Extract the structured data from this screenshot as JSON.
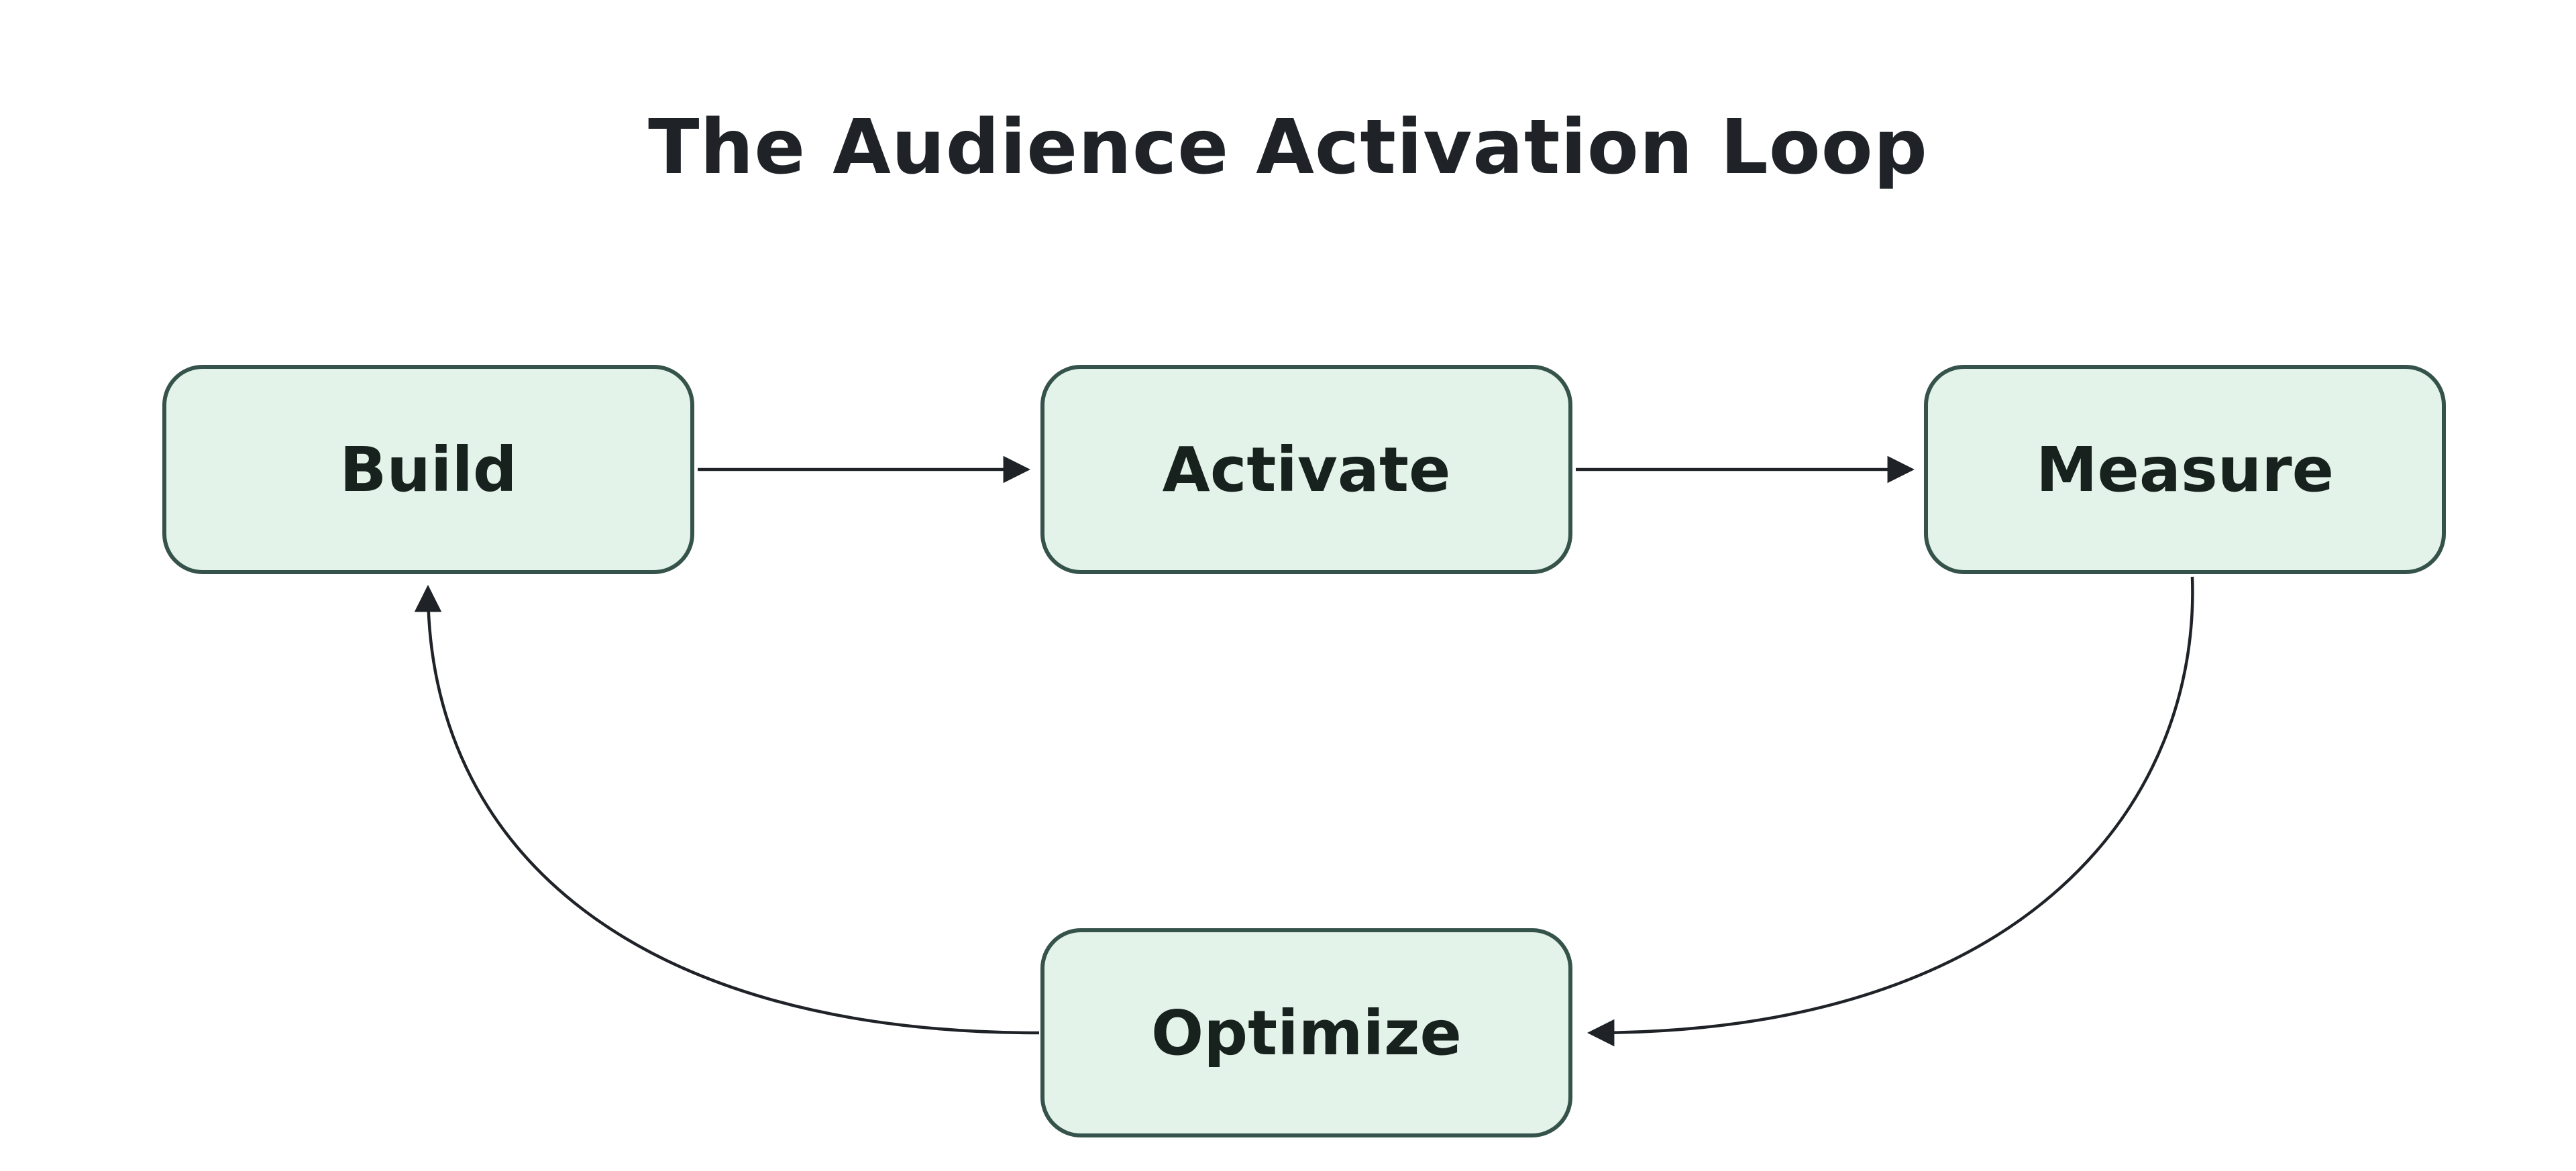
{
  "title": "The Audience Activation Loop",
  "nodes": [
    {
      "id": "build",
      "label": "Build"
    },
    {
      "id": "activate",
      "label": "Activate"
    },
    {
      "id": "measure",
      "label": "Measure"
    },
    {
      "id": "optimize",
      "label": "Optimize"
    }
  ],
  "edges": [
    {
      "from": "Build",
      "to": "Activate"
    },
    {
      "from": "Activate",
      "to": "Measure"
    },
    {
      "from": "Measure",
      "to": "Optimize"
    },
    {
      "from": "Optimize",
      "to": "Build"
    }
  ],
  "colors": {
    "background": "#ffffff",
    "node_fill": "#e3f3e9",
    "node_border": "#35534b",
    "node_text": "#17211e",
    "arrow": "#1f2328",
    "title_text": "#1f2328"
  }
}
